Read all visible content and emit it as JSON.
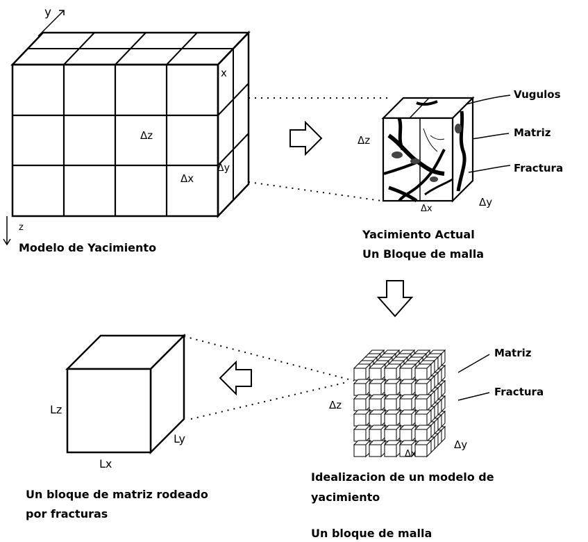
{
  "reservoir_model": {
    "axis_y": "y",
    "axis_x": "x",
    "axis_z": "z",
    "delta_z": "Δz",
    "delta_x": "Δx",
    "delta_y": "Δy",
    "caption": "Modelo de Yacimiento"
  },
  "actual_block": {
    "delta_z": "Δz",
    "delta_x": "Δx",
    "delta_y": "Δy",
    "label_vugs": "Vugulos",
    "label_matrix": "Matriz",
    "label_fracture": "Fractura",
    "caption_line1": "Yacimiento Actual",
    "caption_line2": "Un Bloque de malla"
  },
  "idealized_block": {
    "delta_z": "Δz",
    "delta_x": "Δx",
    "delta_y": "Δy",
    "label_matrix": "Matriz",
    "label_fracture": "Fractura",
    "caption_line1": "Idealizacion de un modelo de",
    "caption_line2": "yacimiento",
    "caption_line3": "Un bloque de malla"
  },
  "matrix_block": {
    "lz": "Lz",
    "lx": "Lx",
    "ly": "Ly",
    "caption_line1": "Un bloque de matriz rodeado",
    "caption_line2": "por fracturas"
  }
}
